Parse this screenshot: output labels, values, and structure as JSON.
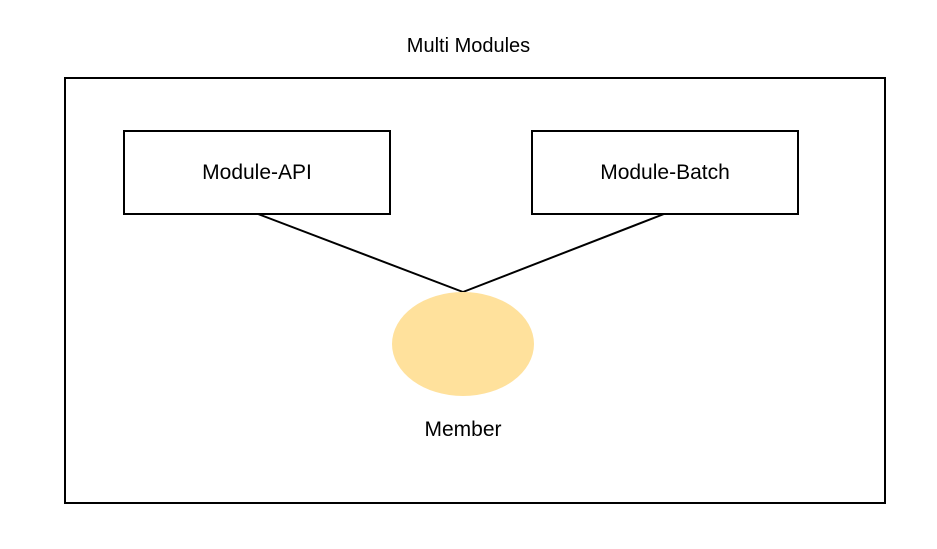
{
  "diagram": {
    "title": "Multi Modules",
    "modules": [
      {
        "label": "Module-API"
      },
      {
        "label": "Module-Batch"
      }
    ],
    "shared_node": {
      "label": "Member",
      "color": "#FFE19C"
    },
    "line_color": "#000000"
  }
}
